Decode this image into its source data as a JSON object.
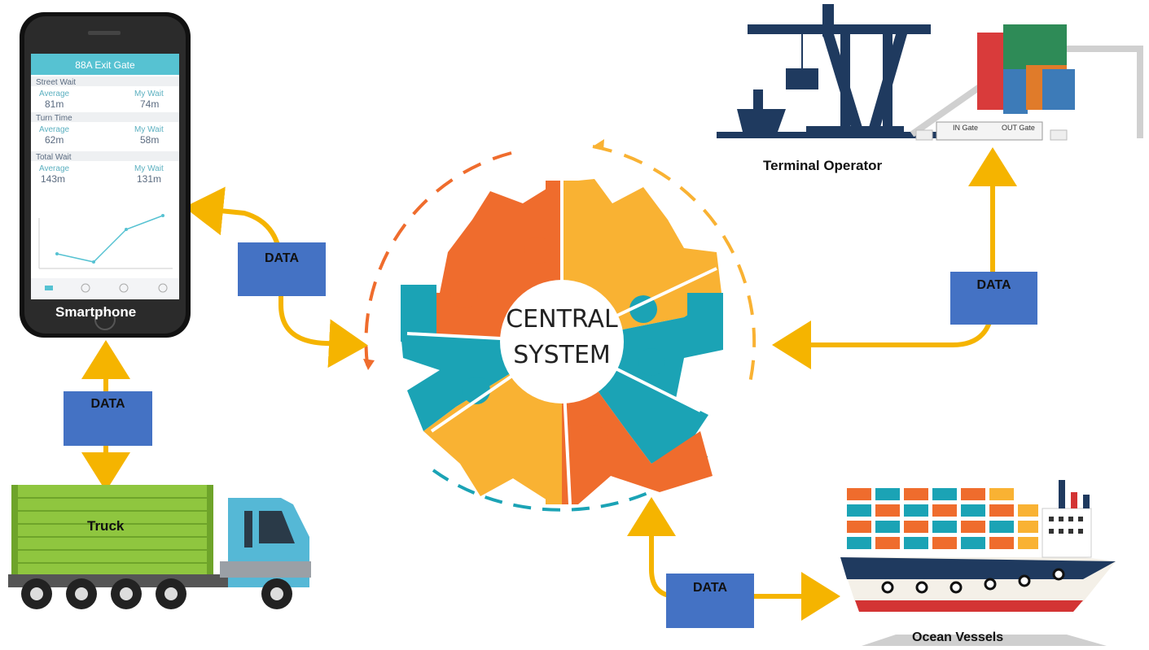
{
  "central": {
    "line1": "CENTRAL",
    "line2": "SYSTEM"
  },
  "labels": {
    "smartphone": "Smartphone",
    "truck": "Truck",
    "terminal": "Terminal Operator",
    "vessels": "Ocean Vessels"
  },
  "data_boxes": {
    "phone": "DATA",
    "truck": "DATA",
    "terminal": "DATA",
    "vessel": "DATA"
  },
  "phone_screen": {
    "title": "88A Exit Gate",
    "section1": "Street Wait",
    "section2": "Turn Time",
    "section3": "Total Wait",
    "average": "Average",
    "my_wait": "My Wait",
    "street_avg": "81m",
    "street_my": "74m",
    "turn_avg": "62m",
    "turn_my": "58m",
    "total_avg": "143m",
    "total_my": "131m"
  },
  "terminal_gate": {
    "in": "IN Gate",
    "out": "OUT Gate"
  },
  "colors": {
    "arrow": "#f5b400",
    "data_box": "#4472c4",
    "gear_orange": "#ef6c2d",
    "gear_yellow": "#f9b233",
    "gear_teal": "#1ba3b5",
    "crane": "#1f3a5f",
    "truck_container": "#8fc63f",
    "truck_cab": "#55b8d6",
    "ship_hull": "#ffffff"
  }
}
